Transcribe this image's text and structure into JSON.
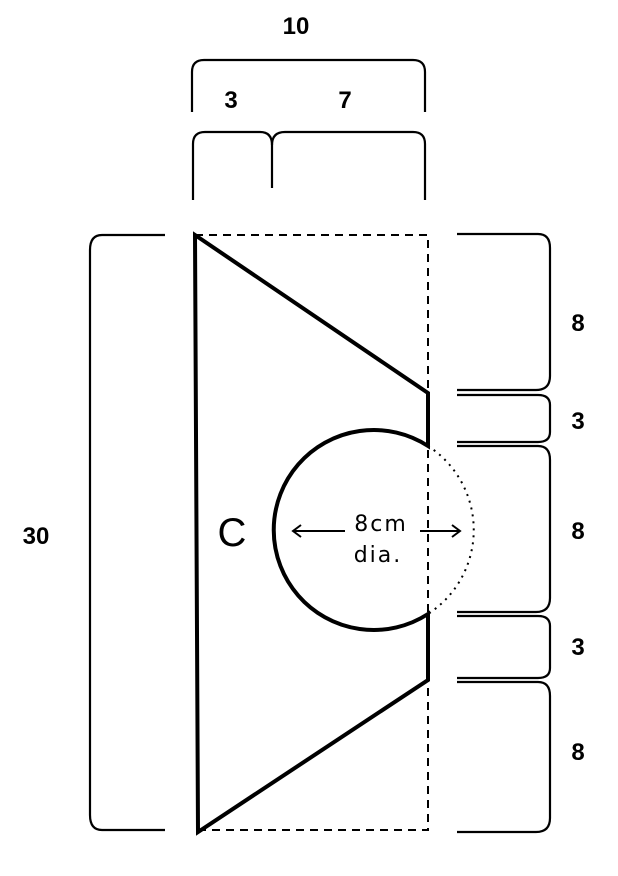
{
  "title": "Pattern piece C",
  "piece_label": "C",
  "top_dimensions": {
    "total": "10",
    "parts": [
      "3",
      "7"
    ]
  },
  "left_dimension": "30",
  "right_dimensions": [
    "8",
    "3",
    "8",
    "3",
    "8"
  ],
  "circle": {
    "size": "8cm",
    "unit_note": "dia."
  }
}
